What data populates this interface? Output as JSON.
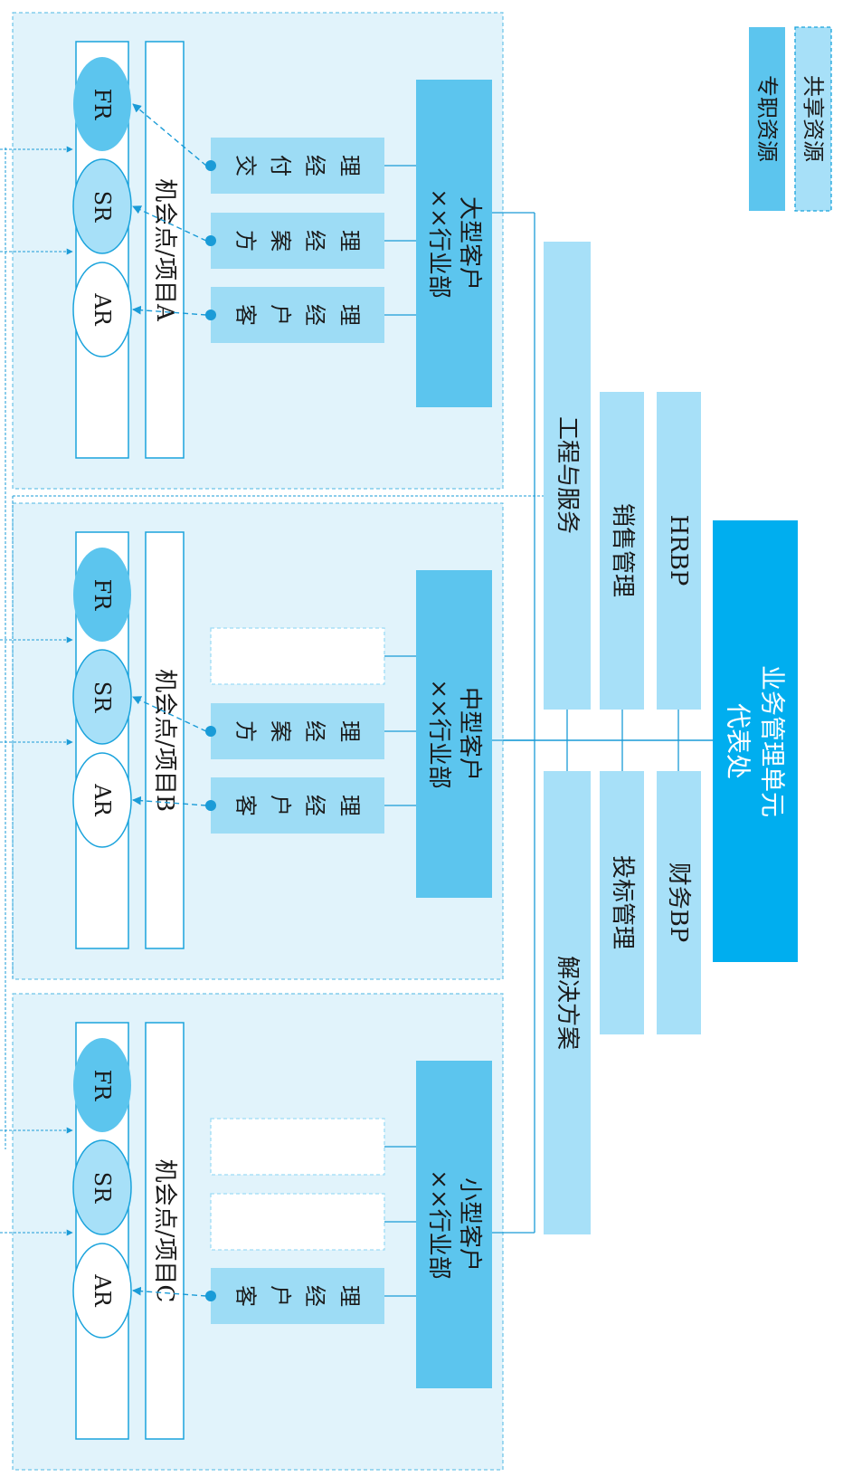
{
  "legend": {
    "dedicated": "专职资源",
    "shared": "共享资源"
  },
  "colors": {
    "panel_bg": "#e1f3fb",
    "panel_border": "#4cb7e3",
    "role_box": "#9ddcf5",
    "division_box": "#5cc5ee",
    "support_box": "#a7e0f8",
    "hq_box": "#00aeef",
    "fr_circle": "#5cc5ee",
    "sr_circle": "#a7e0f8",
    "ar_circle": "#ffffff",
    "line": "#1a9bd7"
  },
  "panels": [
    {
      "project": "机会点/项目A",
      "division": "大型客户\n××行业部",
      "roles": [
        "交付经理",
        "方案经理",
        "客户经理"
      ],
      "circles": [
        "FR",
        "SR",
        "AR"
      ]
    },
    {
      "project": "机会点/项目B",
      "division": "中型客户\n××行业部",
      "roles": [
        "",
        "方案经理",
        "客户经理"
      ],
      "circles": [
        "FR",
        "SR",
        "AR"
      ]
    },
    {
      "project": "机会点/项目C",
      "division": "小型客户\n××行业部",
      "roles": [
        "",
        "",
        "客户经理"
      ],
      "circles": [
        "FR",
        "SR",
        "AR"
      ]
    }
  ],
  "support": {
    "engineering": "工程与服务",
    "solution": "解决方案",
    "sales_mgmt": "销售管理",
    "bid_mgmt": "投标管理",
    "hrbp": "HRBP",
    "finance_bp": "财务BP"
  },
  "hq": "业务管理单元\n代表处"
}
